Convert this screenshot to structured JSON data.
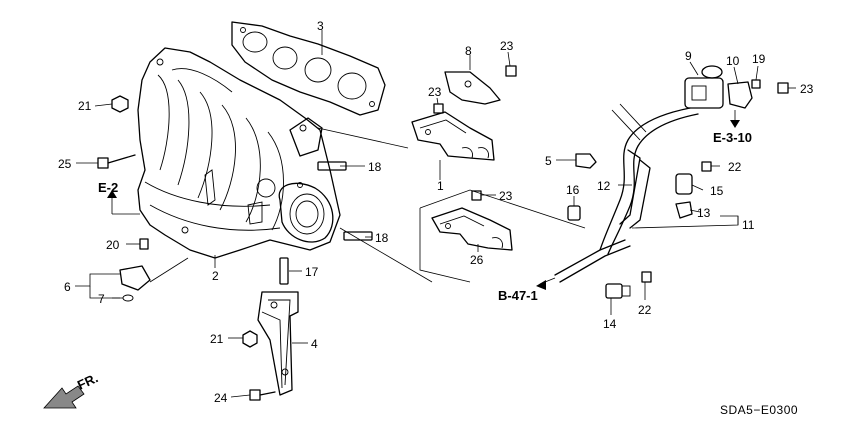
{
  "diagram": {
    "parts": [
      {
        "id": "p1",
        "number": "1"
      },
      {
        "id": "p2",
        "number": "2"
      },
      {
        "id": "p3",
        "number": "3"
      },
      {
        "id": "p4",
        "number": "4"
      },
      {
        "id": "p5",
        "number": "5"
      },
      {
        "id": "p6",
        "number": "6"
      },
      {
        "id": "p7",
        "number": "7"
      },
      {
        "id": "p8",
        "number": "8"
      },
      {
        "id": "p9",
        "number": "9"
      },
      {
        "id": "p10",
        "number": "10"
      },
      {
        "id": "p11",
        "number": "11"
      },
      {
        "id": "p12",
        "number": "12"
      },
      {
        "id": "p13",
        "number": "13"
      },
      {
        "id": "p14",
        "number": "14"
      },
      {
        "id": "p15",
        "number": "15"
      },
      {
        "id": "p16",
        "number": "16"
      },
      {
        "id": "p17",
        "number": "17"
      },
      {
        "id": "p18a",
        "number": "18"
      },
      {
        "id": "p18b",
        "number": "18"
      },
      {
        "id": "p19",
        "number": "19"
      },
      {
        "id": "p20",
        "number": "20"
      },
      {
        "id": "p21a",
        "number": "21"
      },
      {
        "id": "p21b",
        "number": "21"
      },
      {
        "id": "p22a",
        "number": "22"
      },
      {
        "id": "p22b",
        "number": "22"
      },
      {
        "id": "p23a",
        "number": "23"
      },
      {
        "id": "p23b",
        "number": "23"
      },
      {
        "id": "p23c",
        "number": "23"
      },
      {
        "id": "p23d",
        "number": "23"
      },
      {
        "id": "p24",
        "number": "24"
      },
      {
        "id": "p25",
        "number": "25"
      },
      {
        "id": "p26",
        "number": "26"
      }
    ],
    "references": {
      "e2": "E-2",
      "e310": "E-3-10",
      "b471": "B-47-1"
    },
    "direction_label": "FR.",
    "drawing_code": "SDA5−E0300"
  }
}
